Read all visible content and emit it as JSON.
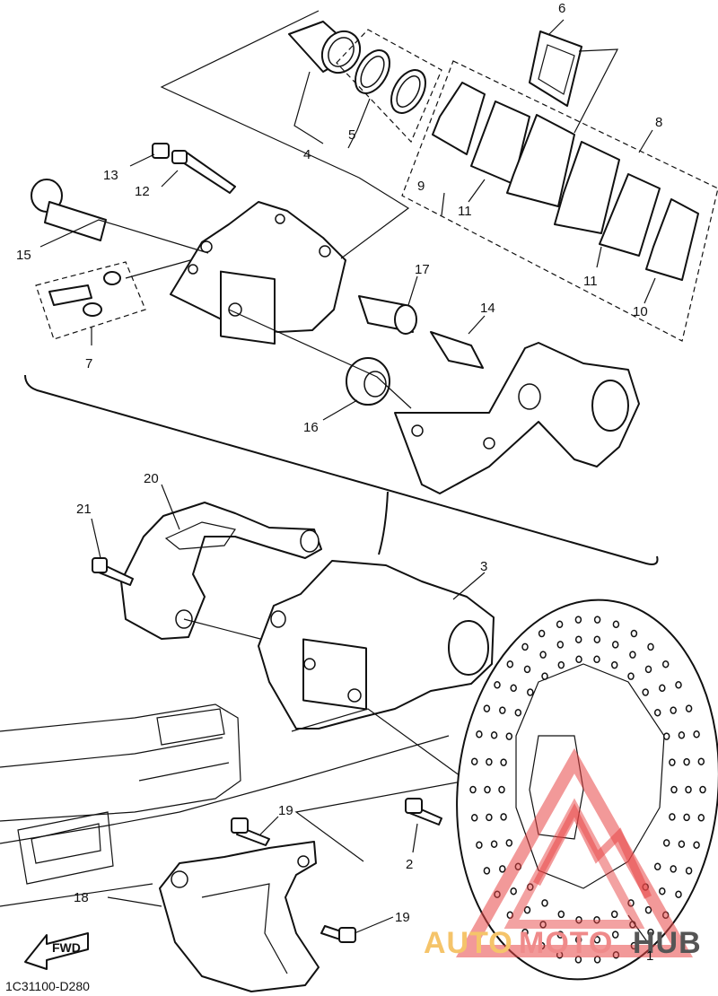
{
  "diagram": {
    "code": "1C31100-D280",
    "fwd_label": "FWD",
    "callouts": {
      "c1": "1",
      "c2": "2",
      "c3": "3",
      "c4": "4",
      "c5": "5",
      "c6": "6",
      "c7": "7",
      "c8": "8",
      "c9": "9",
      "c10": "10",
      "c11a": "11",
      "c11b": "11",
      "c12": "12",
      "c13": "13",
      "c14": "14",
      "c15": "15",
      "c16": "16",
      "c17": "17",
      "c18": "18",
      "c19a": "19",
      "c19b": "19",
      "c20": "20",
      "c21": "21"
    }
  },
  "watermark": {
    "word1": "AUTO",
    "word2": "MOTO",
    "word3": "HUB",
    "colors": {
      "auto": "#f5c46a",
      "moto": "#ef8a8a",
      "hub": "#555555",
      "logo": "#e84545"
    }
  }
}
